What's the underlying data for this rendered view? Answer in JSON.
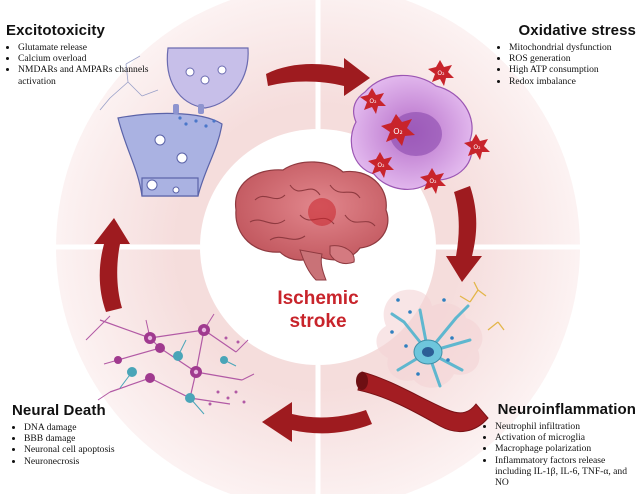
{
  "center": {
    "line1": "Ischemic",
    "line2": "stroke"
  },
  "quadrants": {
    "excitotoxicity": {
      "title": "Excitotoxicity",
      "items": [
        "Glutamate release",
        "Calcium overload",
        "NMDARs and AMPARs channels activation"
      ]
    },
    "oxidative_stress": {
      "title": "Oxidative stress",
      "items": [
        "Mitochondrial dysfunction",
        "ROS generation",
        "High ATP consumption",
        "Redox imbalance"
      ]
    },
    "neuroinflammation": {
      "title": "Neuroinflammation",
      "items": [
        "Neutrophil infiltration",
        "Activation of microglia",
        "Macrophage polarization",
        "Inflammatory factors release including IL-1β, IL-6, TNF-α, and NO"
      ]
    },
    "neural_death": {
      "title": "Neural Death",
      "items": [
        "DNA damage",
        "BBB damage",
        "Neuronal cell apoptosis",
        "Neuronecrosis"
      ]
    }
  },
  "ros_label": "O₂",
  "colors": {
    "accent": "#c8242b",
    "arrow": "#9e1b1f",
    "ring": "#f8e4e3",
    "neuron_pre": "#c7bfe9",
    "neuron_post": "#aab2e2",
    "cell": "#d9a8e6",
    "vessel": "#a31d22"
  },
  "icons": [
    "synapse-icon",
    "ros-cell-icon",
    "brain-icon",
    "microglia-icon",
    "neuron-network-icon",
    "cycle-arrow-icon"
  ]
}
